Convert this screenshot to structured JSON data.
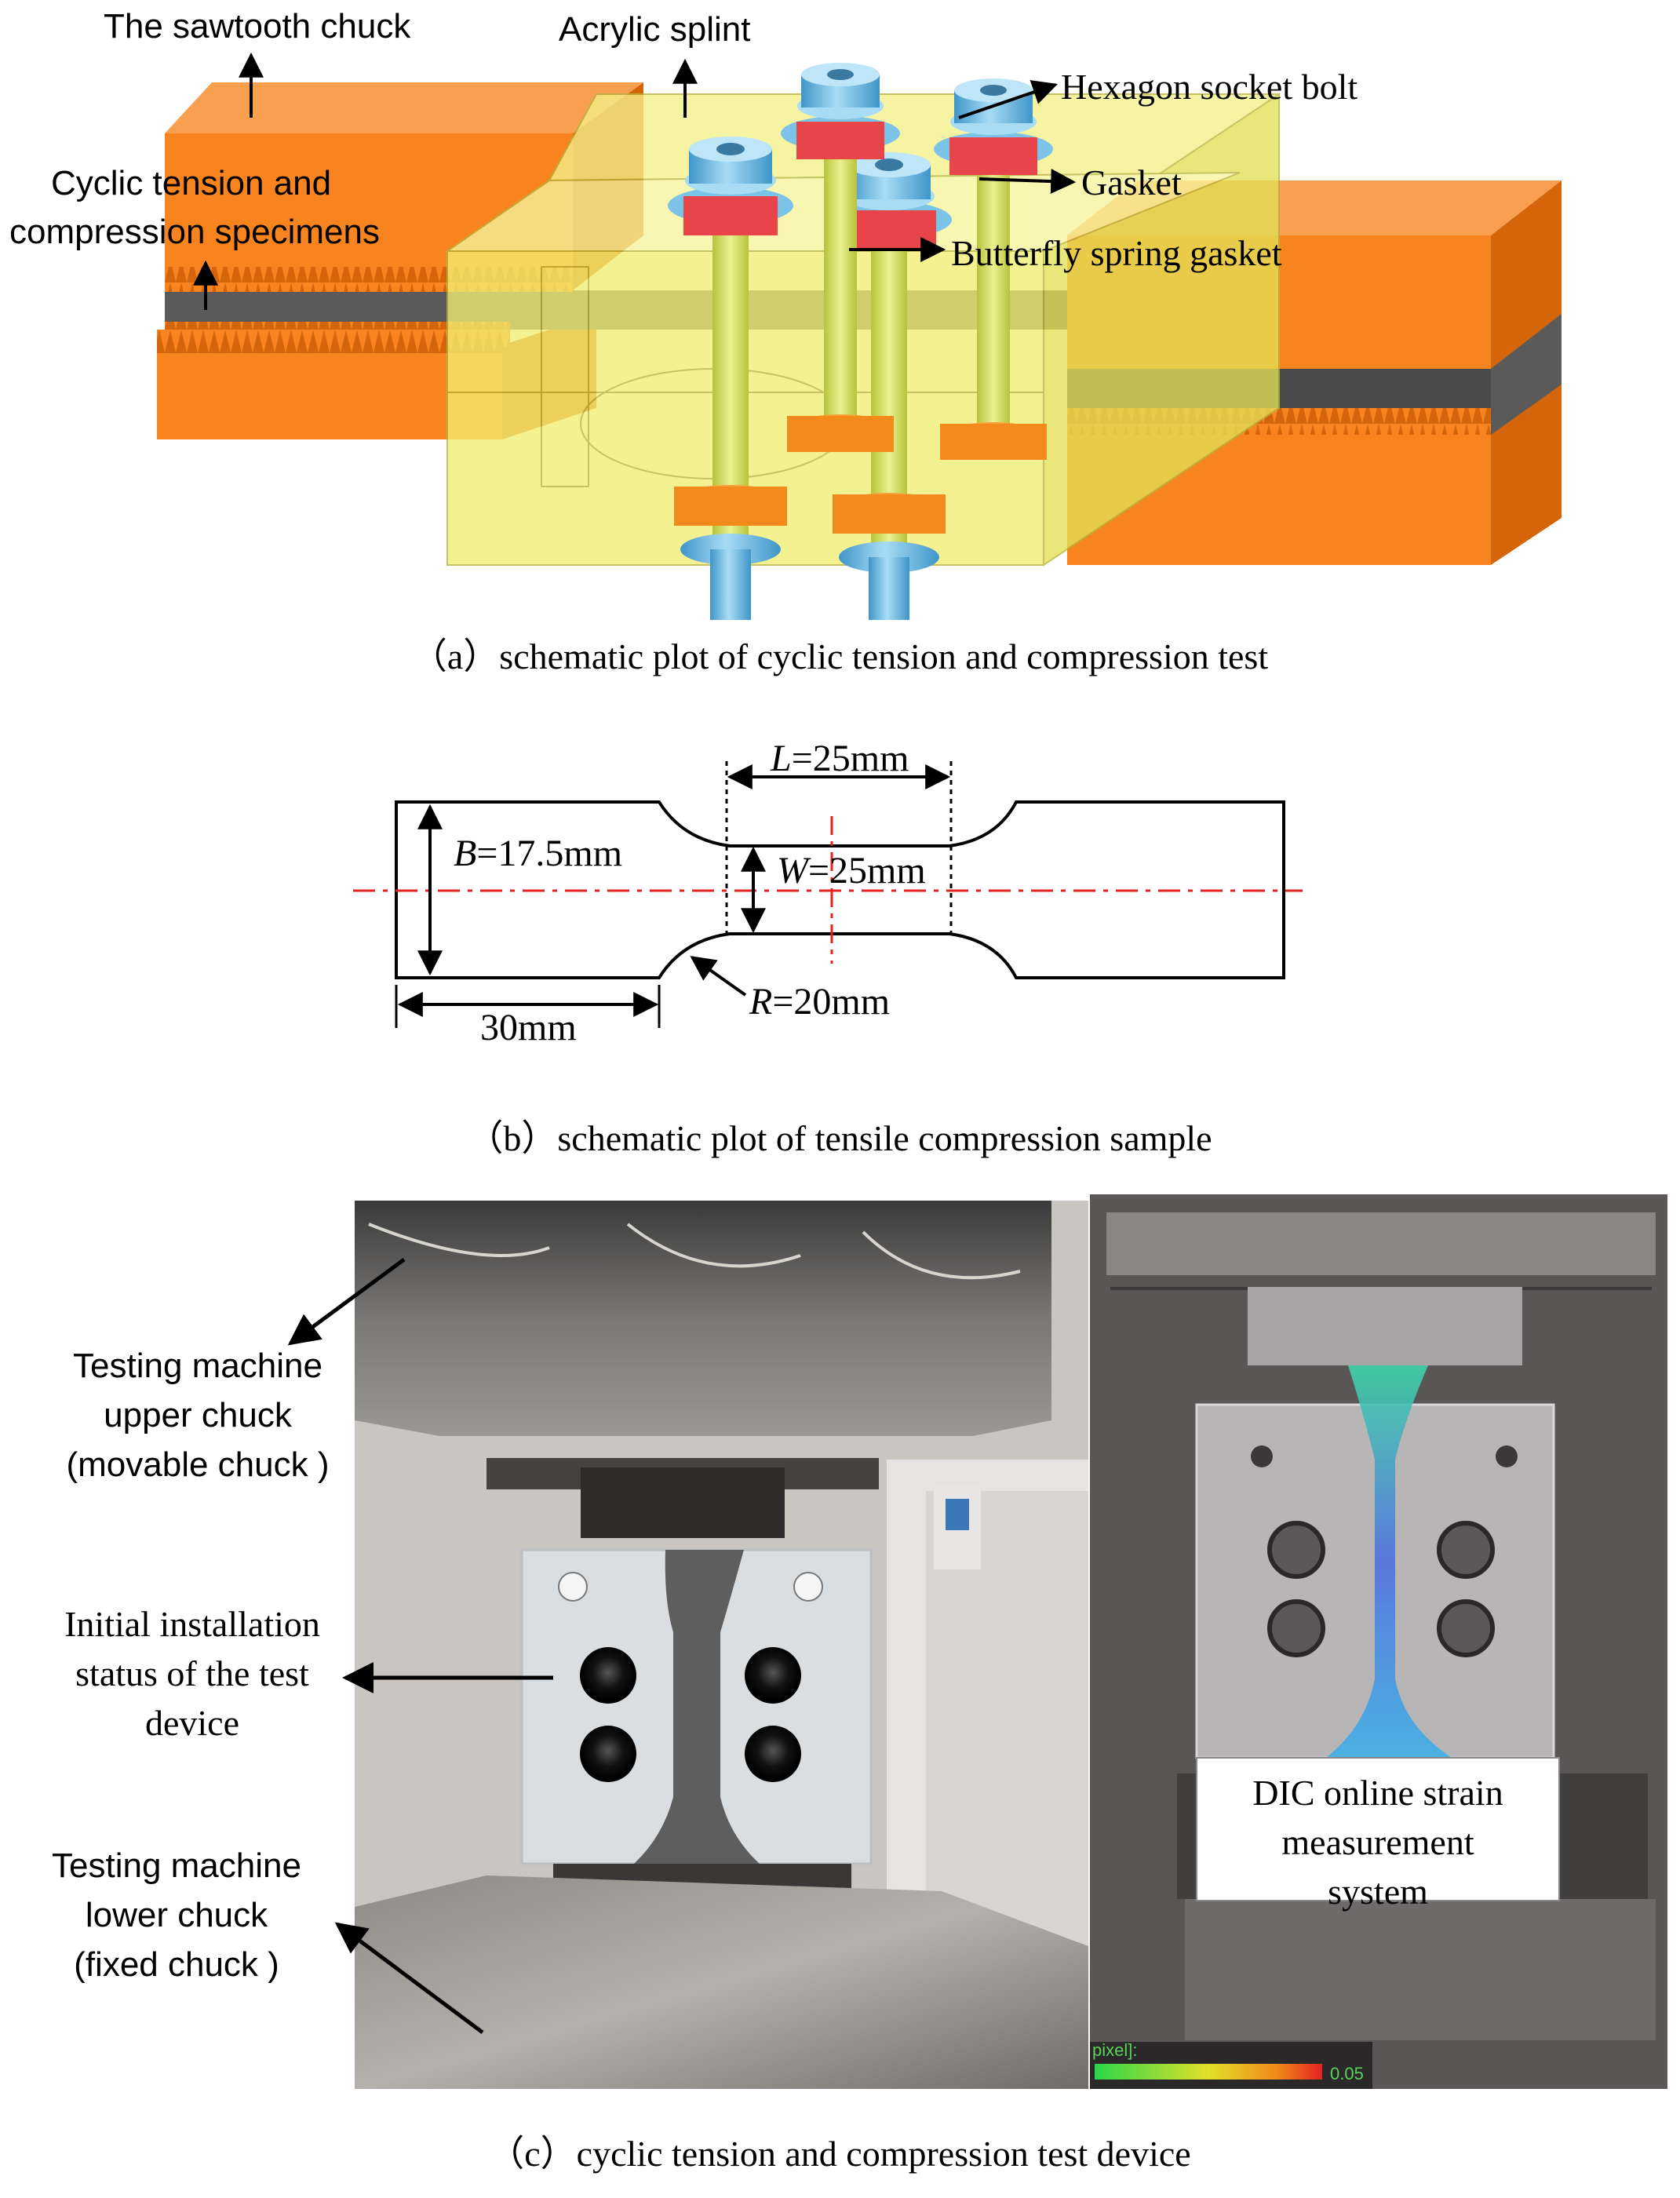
{
  "panel_a": {
    "caption": "（a）schematic plot of cyclic tension and compression test",
    "labels": {
      "sawtooth_chuck": "The sawtooth chuck",
      "acrylic_splint": "Acrylic splint",
      "hex_bolt": "Hexagon socket bolt",
      "gasket": "Gasket",
      "specimens_line1": "Cyclic tension and",
      "specimens_line2": "compression specimens",
      "butterfly": "Butterfly spring gasket"
    }
  },
  "panel_b": {
    "caption": "（b）schematic plot of tensile compression sample",
    "dims": {
      "L_sym": "L",
      "L_val": "=25mm",
      "B_sym": "B",
      "B_val": "=17.5mm",
      "W_sym": "W",
      "W_val": "=25mm",
      "R_sym": "R",
      "R_val": "=20mm",
      "grip": "30mm"
    }
  },
  "panel_c": {
    "caption": "（c）cyclic tension and compression test device",
    "labels": {
      "upper_1": "Testing machine",
      "upper_2": "upper chuck",
      "upper_3": "(movable chuck )",
      "init_1": "Initial installation",
      "init_2": "status of the test",
      "init_3": "device",
      "lower_1": "Testing machine",
      "lower_2": "lower chuck",
      "lower_3": "(fixed chuck )",
      "dic_1": "DIC online strain",
      "dic_2": "measurement",
      "dic_3": "system",
      "scale_unit": "pixel]:",
      "scale_val": "0.05"
    }
  },
  "colors": {
    "chuck_orange": "#f7841f",
    "chuck_dark": "#d4650a",
    "acrylic_yellow": "#f2ef72",
    "bolt_blue": "#7cc3e8",
    "spring_red": "#e8454a",
    "centerline_red": "#e52222"
  }
}
